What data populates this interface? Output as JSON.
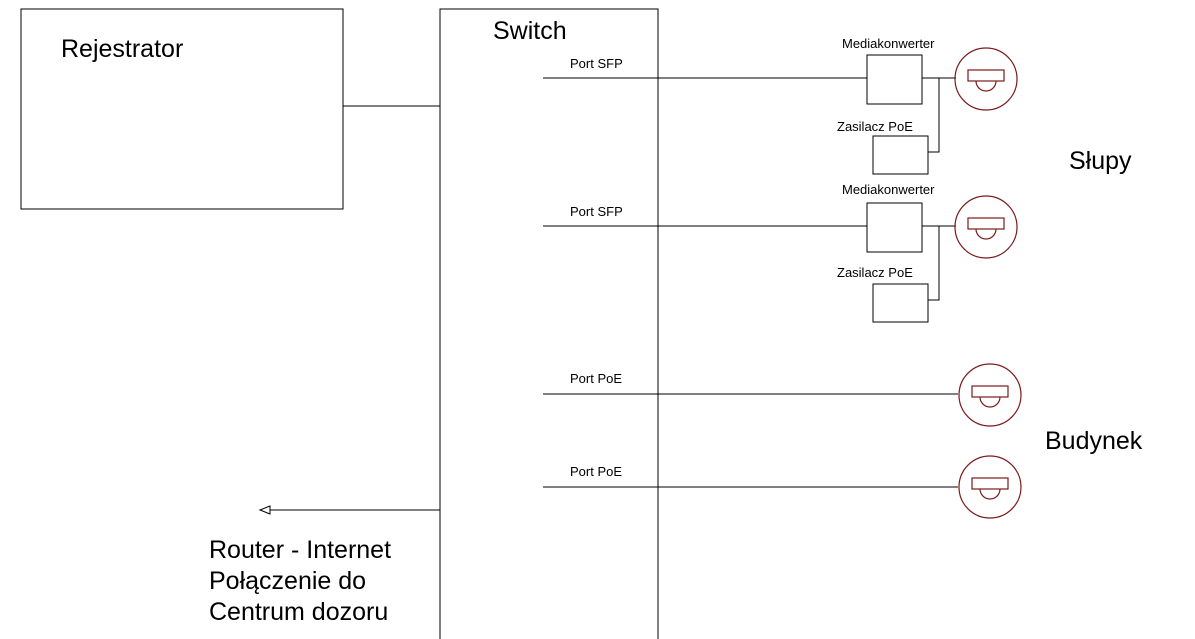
{
  "labels": {
    "recorder": "Rejestrator",
    "switch": "Switch",
    "poles": "Słupy",
    "building": "Budynek"
  },
  "ports": [
    "Port SFP",
    "Port SFP",
    "Port PoE",
    "Port PoE"
  ],
  "devices": {
    "media_converter": "Mediakonwerter",
    "poe_supply": "Zasilacz PoE"
  },
  "router": {
    "line1": "Router - Internet",
    "line2": "Połączenie do",
    "line3": "Centrum dozoru"
  },
  "colors": {
    "line": "#000000",
    "camera": "#7a1a1a"
  },
  "icons": {
    "camera": "dome-camera-icon",
    "arrow": "arrowhead-left-icon"
  }
}
